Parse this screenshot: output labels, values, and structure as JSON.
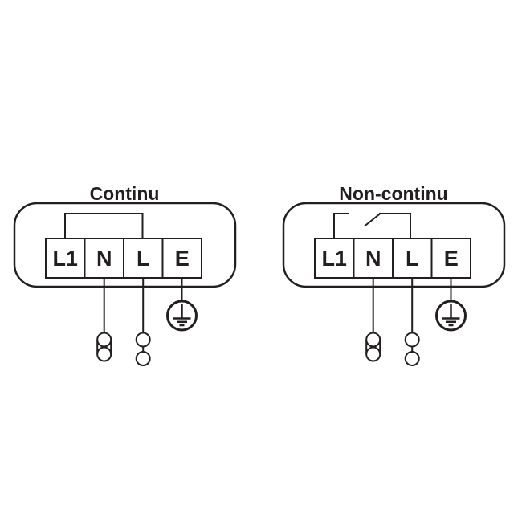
{
  "canvas": {
    "background_color": "#ffffff",
    "line_color": "#231f20"
  },
  "diagrams": [
    {
      "title": "Continu",
      "terminals": [
        "L1",
        "N",
        "L",
        "E"
      ],
      "top_link": "closed-bridge-between-L1-and-L",
      "bottom_connectors": [
        "double-circle-link-connector-under-N",
        "two-circle-connector-under-L",
        "protective-earth-symbol-under-E"
      ]
    },
    {
      "title": "Non-continu",
      "terminals": [
        "L1",
        "N",
        "L",
        "E"
      ],
      "top_link": "open-switch-between-L1-and-L",
      "bottom_connectors": [
        "double-circle-link-connector-under-N",
        "two-circle-connector-under-L",
        "protective-earth-symbol-under-E"
      ]
    }
  ]
}
